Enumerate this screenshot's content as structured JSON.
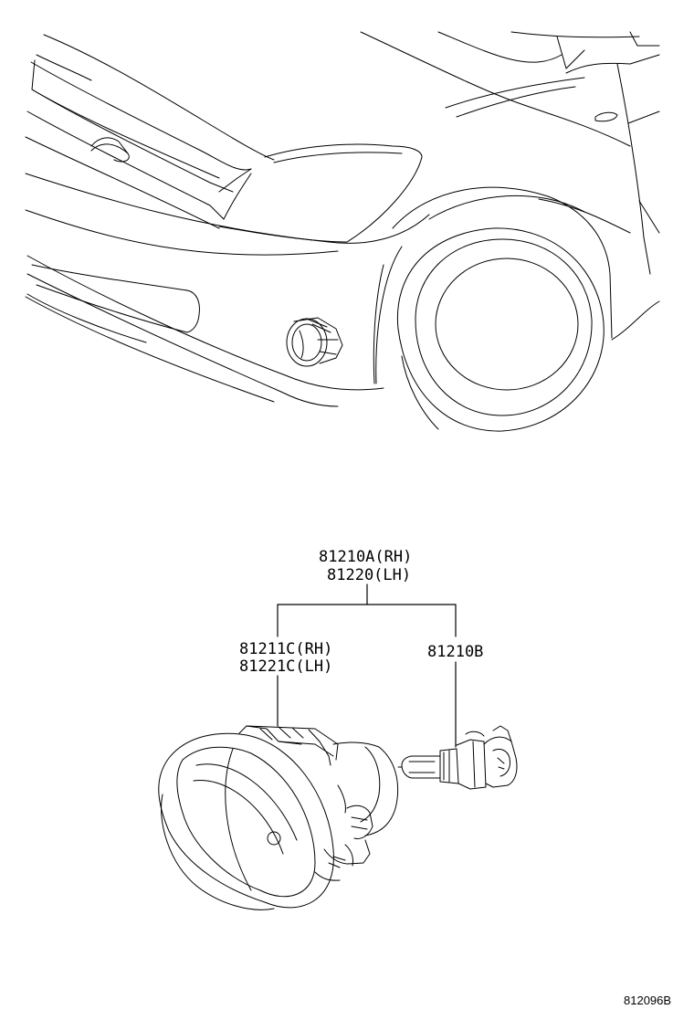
{
  "callouts": {
    "assembly_rh": "81210A(RH)",
    "assembly_lh": "81220(LH)",
    "unit_rh": "81211C(RH)",
    "unit_lh": "81221C(LH)",
    "bulb": "81210B"
  },
  "figure_number": "812096B"
}
